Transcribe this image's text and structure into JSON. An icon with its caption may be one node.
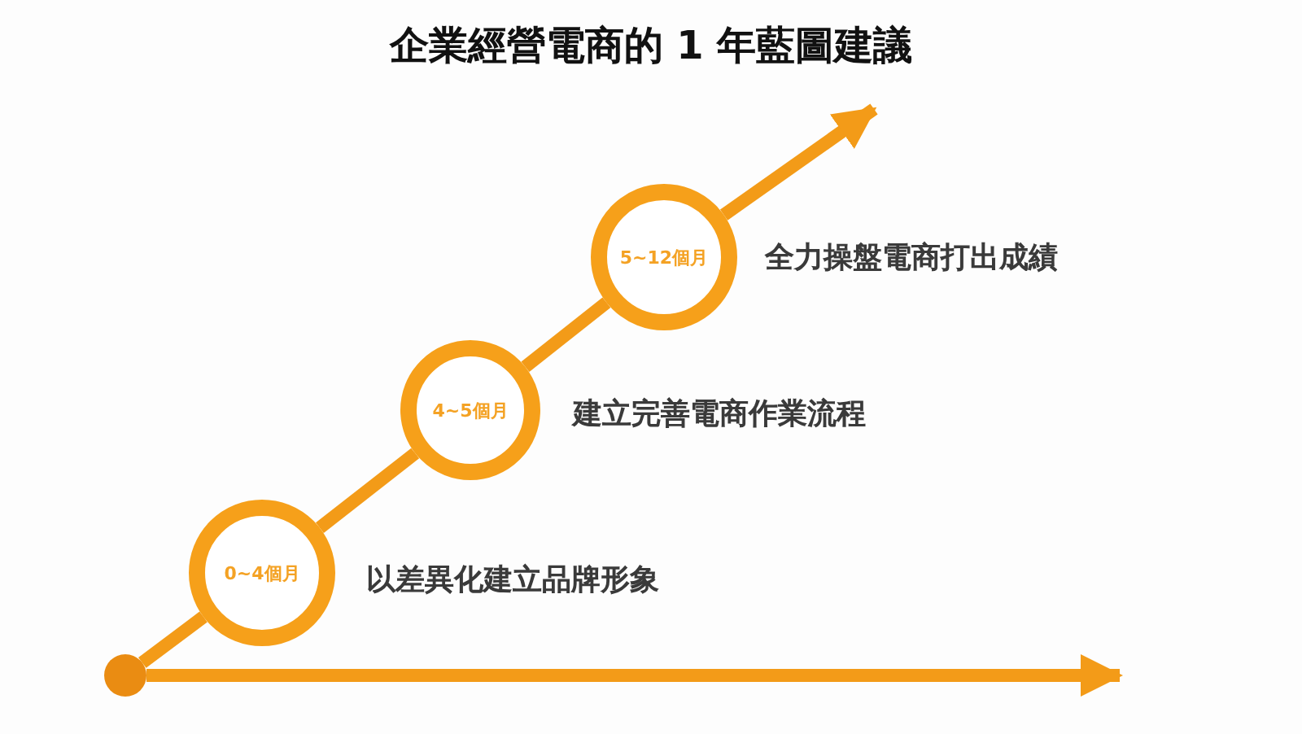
{
  "diagram": {
    "title": "企業經營電商的 1 年藍圖建議",
    "nodes": [
      {
        "text": [],
        "shape": "circle"
      },
      {
        "text": [
          "0~4個月"
        ],
        "beside": [
          "以差異化建立品牌形象"
        ]
      },
      {
        "text": [
          "4~5個月"
        ],
        "beside": [
          "建立完善電商作業流程"
        ]
      },
      {
        "text": [
          "5~12個月"
        ],
        "beside": [
          "全力操盤電商打出成績"
        ]
      }
    ],
    "edges": [
      {
        "from": 0,
        "to": 1,
        "arrow": "none"
      },
      {
        "from": 1,
        "to": 2,
        "arrow": "none"
      },
      {
        "from": 2,
        "to": 3,
        "arrow": "none"
      },
      {
        "from": 3,
        "to": null,
        "arrow": "to"
      },
      {
        "from": 0,
        "to": null,
        "arrow": "to"
      }
    ]
  }
}
